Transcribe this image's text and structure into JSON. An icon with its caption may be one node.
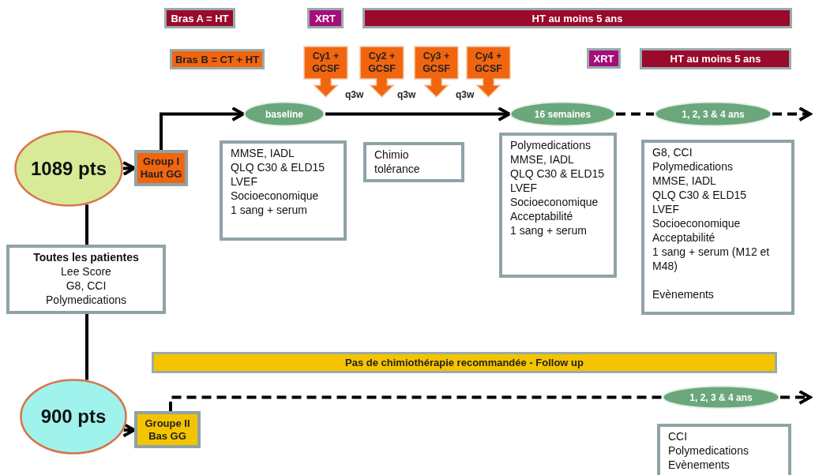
{
  "diagram": {
    "nodes": [
      {
        "text": [
          "Bras A = HT"
        ]
      },
      {
        "text": [
          "XRT"
        ]
      },
      {
        "text": [
          "HT au moins 5 ans"
        ]
      },
      {
        "text": [
          "Bras B = CT + HT"
        ]
      },
      {
        "text": [
          "Cy1 + GCSF"
        ]
      },
      {
        "text": [
          "Cy2 + GCSF"
        ]
      },
      {
        "text": [
          "Cy3 + GCSF"
        ]
      },
      {
        "text": [
          "Cy4 + GCSF"
        ]
      },
      {
        "text": [
          "XRT"
        ]
      },
      {
        "text": [
          "HT au moins 5 ans"
        ]
      },
      {
        "text": [
          "baseline"
        ]
      },
      {
        "text": [
          "16 semaines"
        ]
      },
      {
        "text": [
          "1, 2, 3 & 4 ans"
        ]
      },
      {
        "text": [
          "1089 pts"
        ]
      },
      {
        "text": [
          "Group I Haut GG"
        ]
      },
      {
        "text": [
          "MMSE, IADL",
          "QLQ C30 & ELD15",
          "LVEF",
          "Socioeconomique",
          "1 sang + serum"
        ]
      },
      {
        "text": [
          "Chimio tolérance"
        ]
      },
      {
        "text": [
          "Polymedications",
          "MMSE, IADL",
          "QLQ C30 & ELD15",
          "LVEF",
          "Socioeconomique",
          "Acceptabilité",
          "1 sang + serum"
        ]
      },
      {
        "text": [
          "G8, CCI",
          "Polymedications",
          "MMSE, IADL",
          "QLQ C30 & ELD15",
          "LVEF",
          "Socioeconomique",
          "Acceptabilité",
          "1 sang + serum (M12 et M48)",
          "Evènements"
        ]
      },
      {
        "text": [
          "Toutes les patientes",
          "Lee Score",
          "G8, CCI",
          "Polymedications"
        ]
      },
      {
        "text": [
          "Pas de chimiothérapie recommandée - Follow up"
        ]
      },
      {
        "text": [
          "900 pts"
        ]
      },
      {
        "text": [
          "Groupe II Bas GG"
        ]
      },
      {
        "text": [
          "1, 2, 3 & 4 ans"
        ]
      },
      {
        "text": [
          "CCI",
          "Polymedications",
          "Evènements"
        ]
      }
    ],
    "edges": [
      {
        "from": 13,
        "to": 14,
        "arrow": "to"
      },
      {
        "from": 14,
        "to": 10,
        "arrow": "to"
      },
      {
        "from": 10,
        "to": 11,
        "arrow": "to"
      },
      {
        "from": 11,
        "to": 12,
        "arrow": "none",
        "style": "dashed"
      },
      {
        "from": 12,
        "to": null,
        "arrow": "to",
        "style": "dashed"
      },
      {
        "from": 13,
        "to": 19,
        "arrow": "none"
      },
      {
        "from": 19,
        "to": 21,
        "arrow": "none"
      },
      {
        "from": 21,
        "to": 22,
        "arrow": "to"
      },
      {
        "from": 22,
        "to": 23,
        "arrow": "none",
        "style": "dashed"
      },
      {
        "from": 23,
        "to": null,
        "arrow": "to",
        "style": "dashed"
      }
    ],
    "labels": [
      "q3w",
      "q3w",
      "q3w"
    ]
  }
}
